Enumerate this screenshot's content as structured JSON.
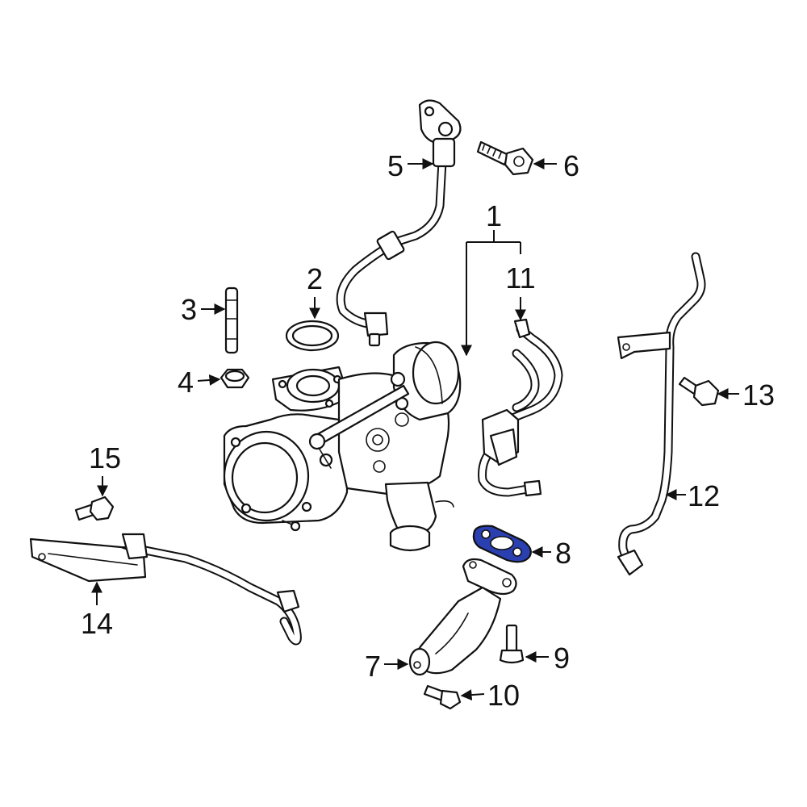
{
  "callouts": {
    "c1": "1",
    "c2": "2",
    "c3": "3",
    "c4": "4",
    "c5": "5",
    "c6": "6",
    "c7": "7",
    "c8": "8",
    "c9": "9",
    "c10": "10",
    "c11": "11",
    "c12": "12",
    "c13": "13",
    "c14": "14",
    "c15": "15"
  },
  "colors": {
    "highlight": "#2a3fb0",
    "line": "#111111",
    "background": "#ffffff"
  }
}
